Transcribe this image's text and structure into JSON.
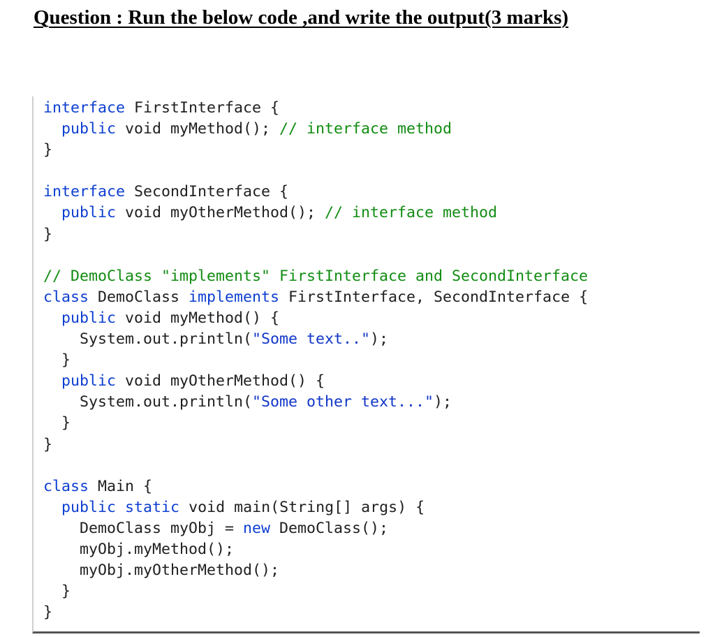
{
  "title": "Question : Run the below code ,and write the output(3 marks)",
  "code_lines": [
    [
      {
        "t": "interface",
        "c": "kw"
      },
      {
        "t": " FirstInterface {",
        "c": "txt"
      }
    ],
    [
      {
        "t": "  ",
        "c": "txt"
      },
      {
        "t": "public",
        "c": "kw"
      },
      {
        "t": " void myMethod(); ",
        "c": "txt"
      },
      {
        "t": "// interface method",
        "c": "com"
      }
    ],
    [
      {
        "t": "}",
        "c": "txt"
      }
    ],
    [],
    [
      {
        "t": "interface",
        "c": "kw"
      },
      {
        "t": " SecondInterface {",
        "c": "txt"
      }
    ],
    [
      {
        "t": "  ",
        "c": "txt"
      },
      {
        "t": "public",
        "c": "kw"
      },
      {
        "t": " void myOtherMethod(); ",
        "c": "txt"
      },
      {
        "t": "// interface method",
        "c": "com"
      }
    ],
    [
      {
        "t": "}",
        "c": "txt"
      }
    ],
    [],
    [
      {
        "t": "// DemoClass \"implements\" FirstInterface and SecondInterface",
        "c": "com"
      }
    ],
    [
      {
        "t": "class",
        "c": "kw"
      },
      {
        "t": " DemoClass ",
        "c": "txt"
      },
      {
        "t": "implements",
        "c": "kw"
      },
      {
        "t": " FirstInterface, SecondInterface {",
        "c": "txt"
      }
    ],
    [
      {
        "t": "  ",
        "c": "txt"
      },
      {
        "t": "public",
        "c": "kw"
      },
      {
        "t": " void myMethod() {",
        "c": "txt"
      }
    ],
    [
      {
        "t": "    System.out.println(",
        "c": "txt"
      },
      {
        "t": "\"Some text..\"",
        "c": "str"
      },
      {
        "t": ");",
        "c": "txt"
      }
    ],
    [
      {
        "t": "  }",
        "c": "txt"
      }
    ],
    [
      {
        "t": "  ",
        "c": "txt"
      },
      {
        "t": "public",
        "c": "kw"
      },
      {
        "t": " void myOtherMethod() {",
        "c": "txt"
      }
    ],
    [
      {
        "t": "    System.out.println(",
        "c": "txt"
      },
      {
        "t": "\"Some other text...\"",
        "c": "str"
      },
      {
        "t": ");",
        "c": "txt"
      }
    ],
    [
      {
        "t": "  }",
        "c": "txt"
      }
    ],
    [
      {
        "t": "}",
        "c": "txt"
      }
    ],
    [],
    [
      {
        "t": "class",
        "c": "kw"
      },
      {
        "t": " Main {",
        "c": "txt"
      }
    ],
    [
      {
        "t": "  ",
        "c": "txt"
      },
      {
        "t": "public",
        "c": "kw"
      },
      {
        "t": " ",
        "c": "txt"
      },
      {
        "t": "static",
        "c": "kw"
      },
      {
        "t": " void main(String[] args) {",
        "c": "txt"
      }
    ],
    [
      {
        "t": "    DemoClass myObj = ",
        "c": "txt"
      },
      {
        "t": "new",
        "c": "kw"
      },
      {
        "t": " DemoClass();",
        "c": "txt"
      }
    ],
    [
      {
        "t": "    myObj.myMethod();",
        "c": "txt"
      }
    ],
    [
      {
        "t": "    myObj.myOtherMethod();",
        "c": "txt"
      }
    ],
    [
      {
        "t": "  }",
        "c": "txt"
      }
    ],
    [
      {
        "t": "}",
        "c": "txt"
      }
    ]
  ]
}
